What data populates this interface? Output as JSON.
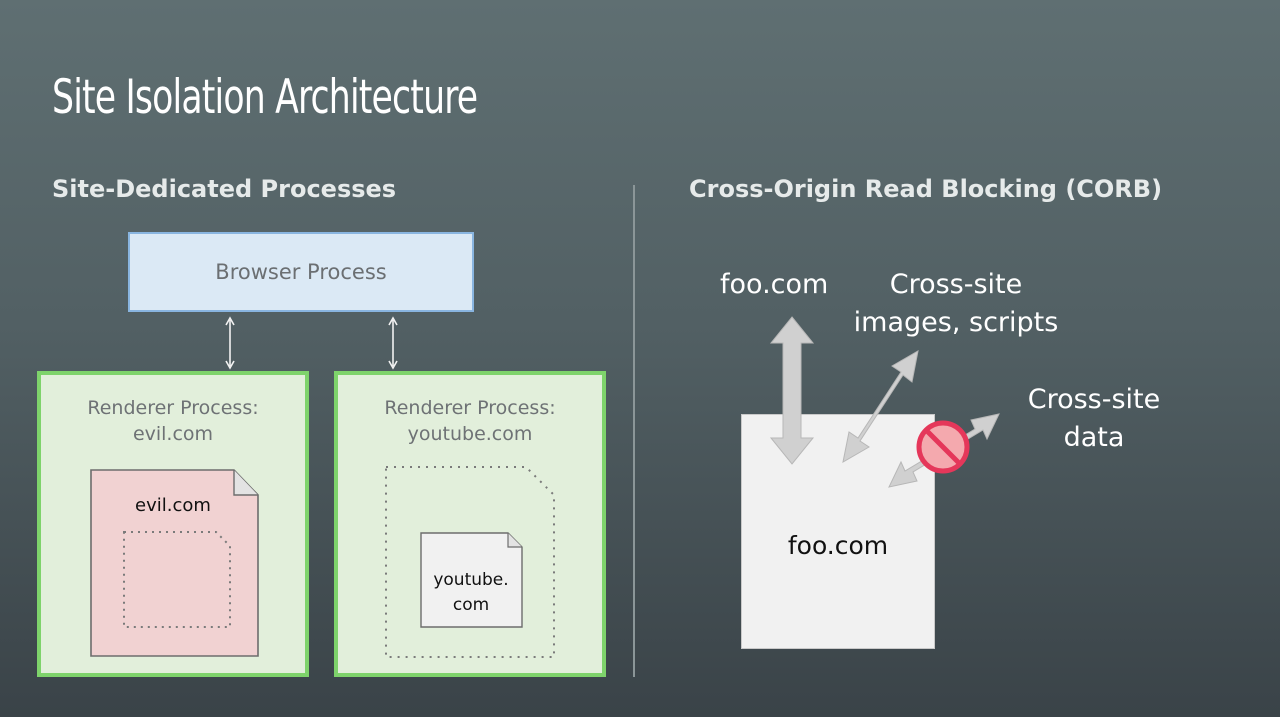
{
  "title": "Site Isolation Architecture",
  "left_section": {
    "heading": "Site-Dedicated Processes",
    "browser_process": "Browser Process",
    "renderers": [
      {
        "label_line1": "Renderer Process:",
        "label_line2": "evil.com",
        "doc_label": "evil.com"
      },
      {
        "label_line1": "Renderer Process:",
        "label_line2": "youtube.com",
        "doc_label_line1": "youtube.",
        "doc_label_line2": "com"
      }
    ]
  },
  "right_section": {
    "heading": "Cross-Origin Read Blocking (CORB)",
    "labels": {
      "top_left": "foo.com",
      "cross_site_images_line1": "Cross-site",
      "cross_site_images_line2": "images, scripts",
      "cross_site_data_line1": "Cross-site",
      "cross_site_data_line2": "data"
    },
    "document_label": "foo.com"
  },
  "colors": {
    "browser_fill": "#dbe9f5",
    "browser_border": "#89b5e0",
    "renderer_fill": "#e2efdb",
    "renderer_border": "#7ed36b",
    "evil_doc_fill": "#f1d2d2",
    "block_icon": "#e5375a",
    "arrow_fill": "#cfcfcf"
  },
  "icons": [
    "double-arrow-icon",
    "document-icon",
    "no-entry-icon"
  ]
}
